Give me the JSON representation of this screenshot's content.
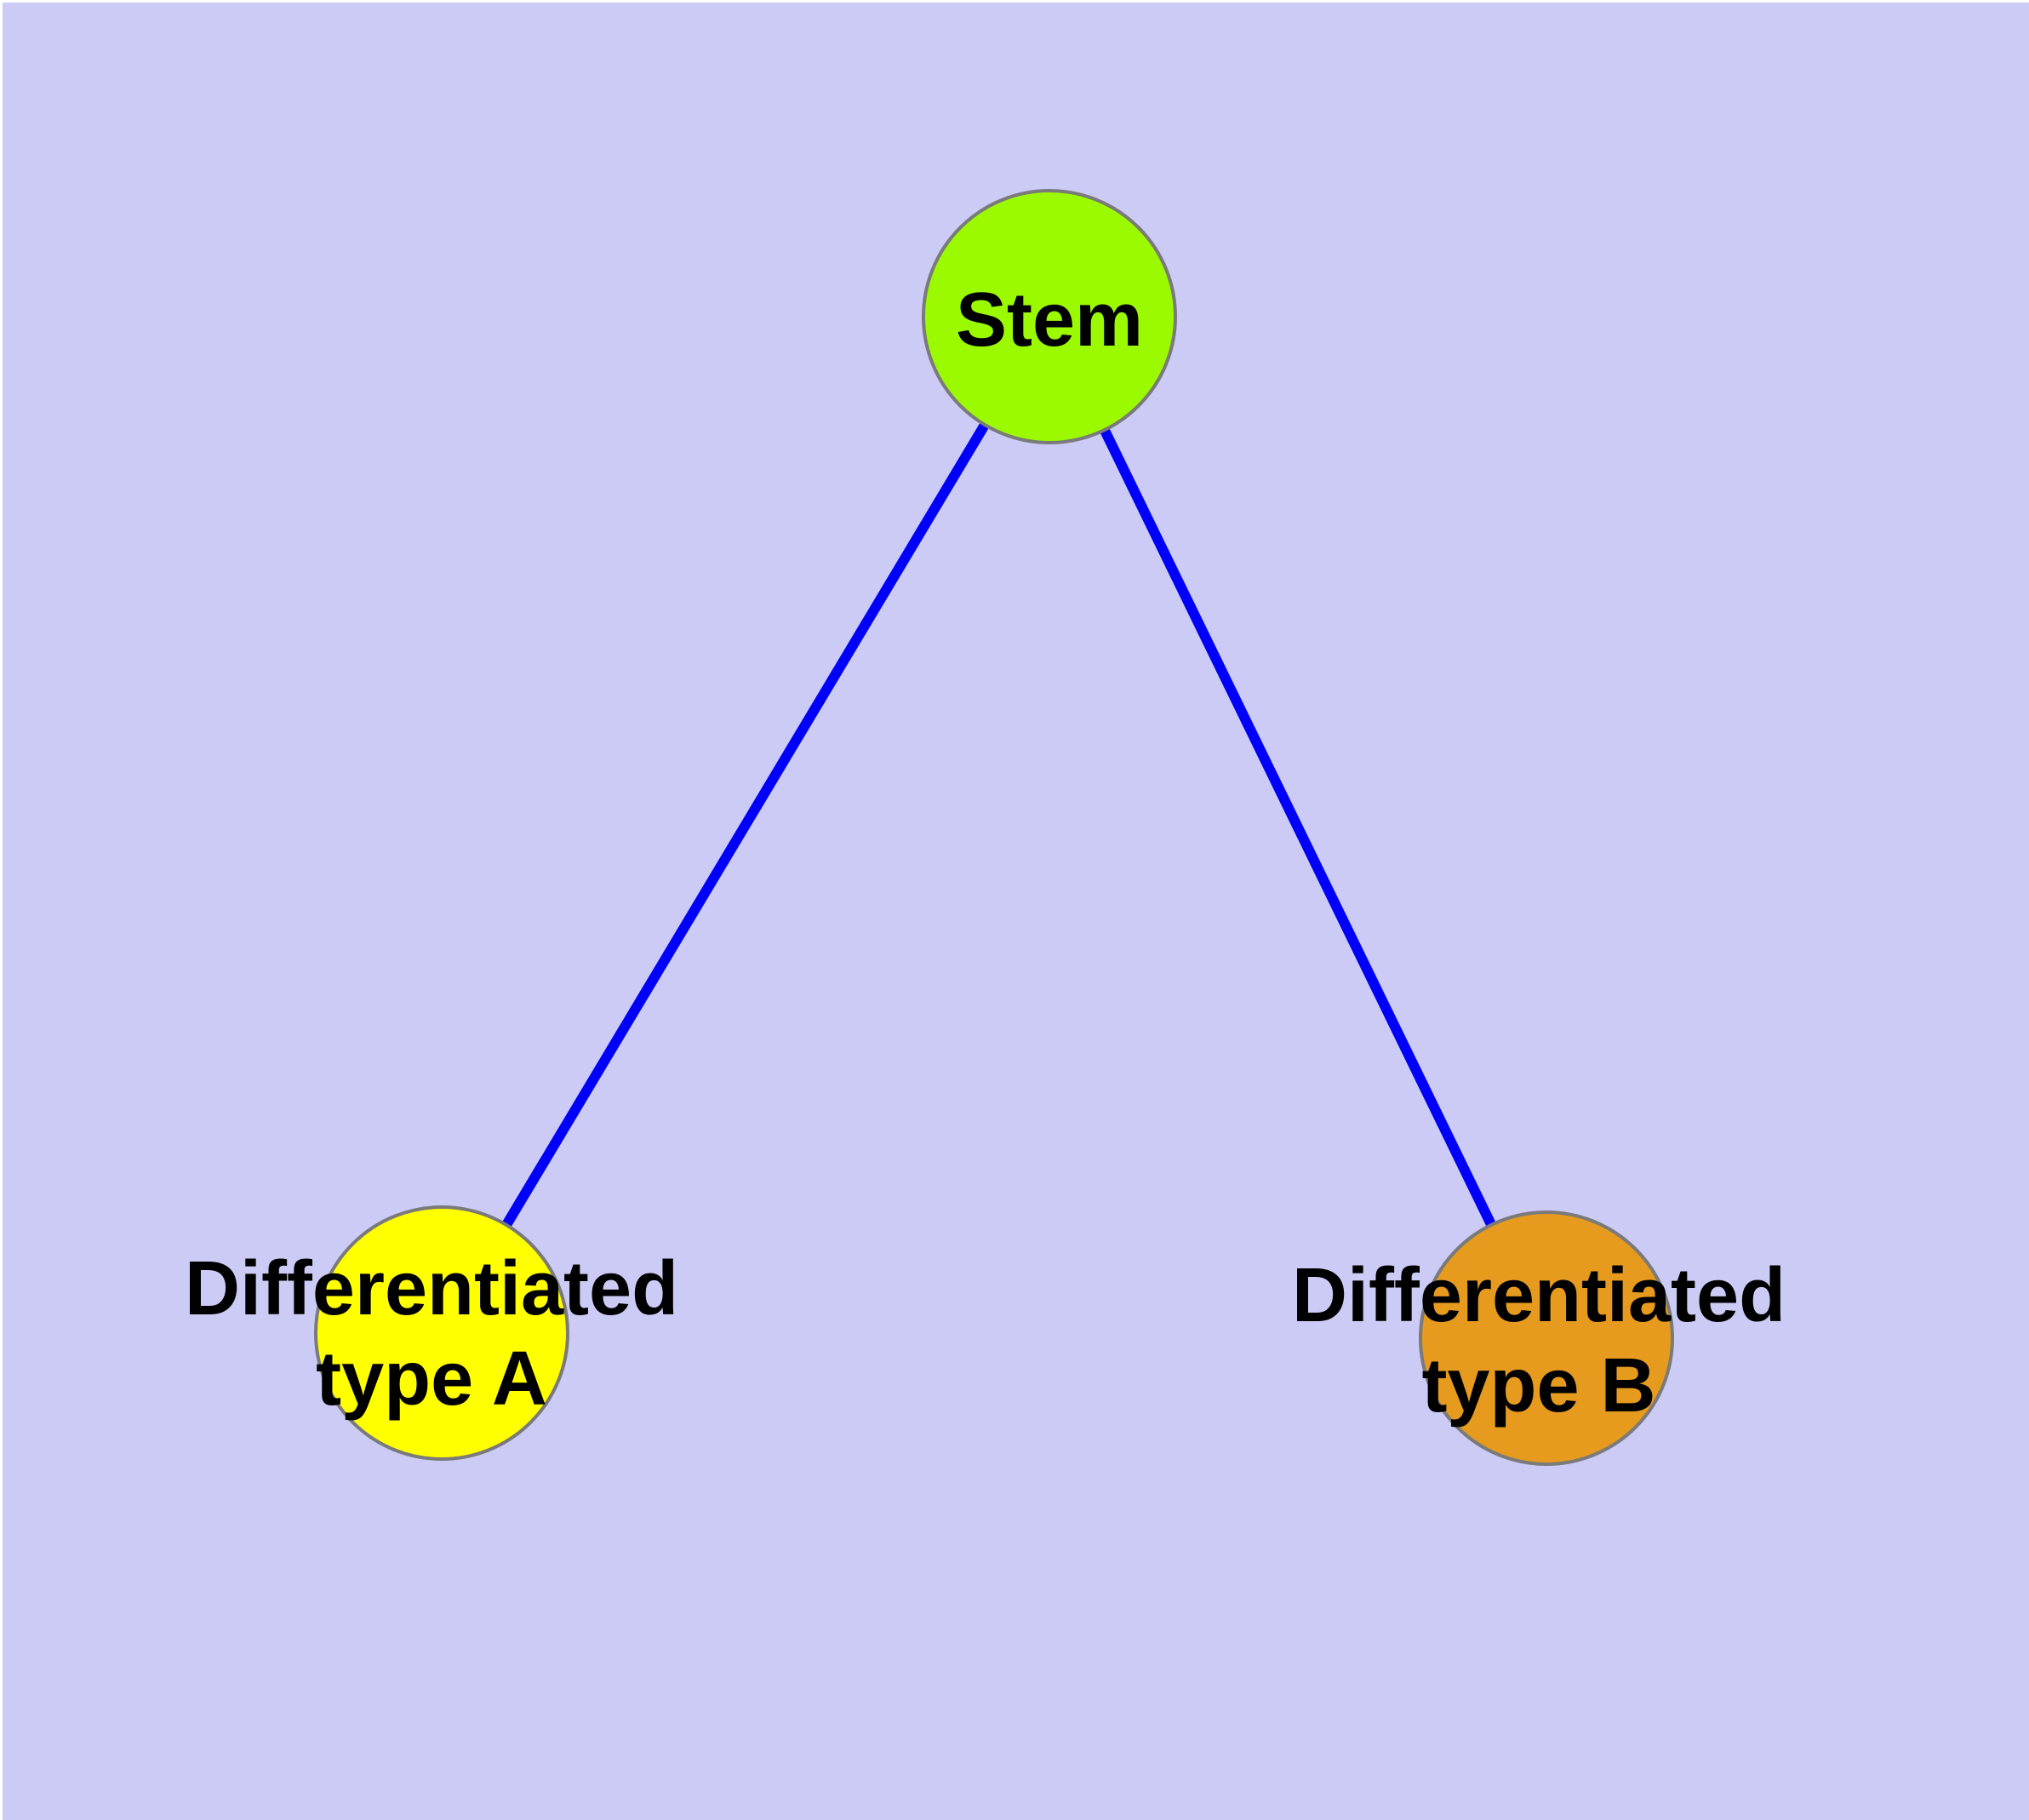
{
  "nodes": {
    "stem": {
      "label": "Stem",
      "fill": "#9bfa00"
    },
    "type_a": {
      "label_line1": "Differentiated",
      "label_line2": "type A",
      "fill": "#ffff00"
    },
    "type_b": {
      "label_line1": "Differentiated",
      "label_line2": "type B",
      "fill": "#e69a1e"
    }
  },
  "edges": [
    {
      "from": "Stem",
      "to": "Differentiated type A"
    },
    {
      "from": "Stem",
      "to": "Differentiated type B"
    }
  ],
  "colors": {
    "background": "#cbcbf5",
    "edge": "#0000fa",
    "node_border": "#7a7a7a",
    "label_text": "#000000"
  }
}
